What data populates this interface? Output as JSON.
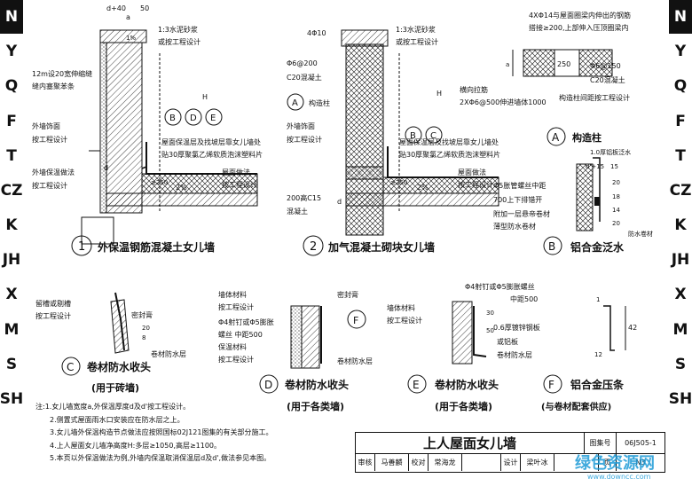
{
  "left_tabs": [
    "N",
    "Y",
    "Q",
    "F",
    "T",
    "CZ",
    "K",
    "JH",
    "X",
    "M",
    "S",
    "SH"
  ],
  "right_tabs": [
    "N",
    "Y",
    "Q",
    "F",
    "T",
    "CZ",
    "K",
    "JH",
    "X",
    "M",
    "S",
    "SH"
  ],
  "active_tab": "N",
  "d1": {
    "dim_top": "d+40",
    "dim_a": "a",
    "dim_50": "50",
    "slope": "1%",
    "mortar": "1:3水泥砂浆",
    "or_design": "或按工程设计",
    "joint1": "12m设20宽伸缩缝",
    "joint2": "缝内塞聚苯条",
    "finish1": "外墙饰面",
    "finish2": "按工程设计",
    "insul1": "外墙保温做法",
    "insul2": "按工程设计",
    "roof_note1": "屋面保温层及找坡层靠女儿墙处",
    "roof_note2": "贴30厚聚氯乙烯软质泡沫塑料片",
    "surface1": "屋面做法",
    "surface2": "按工程设计",
    "slope2": "2%",
    "h250": "≥250",
    "H": "H",
    "d": "d",
    "refs": [
      "B",
      "D",
      "E"
    ],
    "num": "1",
    "caption": "外保温钢筋混凝土女儿墙"
  },
  "d2": {
    "rebar": "4Φ10",
    "mortar": "1:3水泥砂浆",
    "or_design": "或按工程设计",
    "stirrup": "Φ6@200",
    "concrete": "C20混凝土",
    "col_ref": "A",
    "col_label": "构造柱",
    "finish1": "外墙饰面",
    "finish2": "按工程设计",
    "roof_note1": "屋面保温层及找坡层靠女儿墙处",
    "roof_note2": "贴30厚聚氯乙烯软质泡沫塑料片",
    "surface1": "屋面做法",
    "surface2": "按工程设计",
    "slope": "2%",
    "h250": "≥250",
    "base1": "200高C15",
    "base2": "混凝土",
    "H": "H",
    "d": "d",
    "refs": [
      "B",
      "C"
    ],
    "num": "2",
    "caption": "加气混凝土砌块女儿墙"
  },
  "dA": {
    "note1": "4XΦ14与屋面圈梁内伸出的钢筋",
    "note2": "搭接≥200,上部伸入压顶圈梁内",
    "dim250": "250",
    "stirrup": "Φ6@150",
    "concrete": "C20混凝土",
    "tie1": "横向拉筋",
    "tie2": "2XΦ6@500伸进墙体1000",
    "col_spacing": "构造柱间距按工程设计",
    "a": "a",
    "ref": "A",
    "label": "构造柱"
  },
  "dB": {
    "flash": "1.0厚铝板泛水",
    "d15": "d'+15",
    "dim15": "15",
    "dims": [
      "20",
      "18",
      "14",
      "20"
    ],
    "anchor1": "Φ5胀管螺丝中距",
    "anchor2": "700上下排错开",
    "layer": "附加一层悬帝卷材",
    "coil": "薄型防水卷材",
    "bar": "防水卷材",
    "ref": "B",
    "caption": "铝合金泛水"
  },
  "dC": {
    "seal": "密封膏",
    "groove1": "留槽或剔槽",
    "groove2": "按工程设计",
    "d20": "20",
    "d8": "8",
    "coil": "卷材防水层",
    "ref": "C",
    "caption": "卷材防水收头",
    "sub": "(用于砖墙)"
  },
  "dD": {
    "wall1": "墙体材料",
    "wall2": "按工程设计",
    "nail": "Φ4射钉或Φ5膨胀",
    "bolt1": "螺丝 中距500",
    "insul": "保温材料",
    "insul2": "按工程设计",
    "seal": "密封膏",
    "coil": "卷材防水层",
    "ref": "D",
    "caption": "卷材防水收头",
    "sub": "(用于各类墙)",
    "refF": "F"
  },
  "dE": {
    "nail": "Φ4射钉或Φ5膨胀螺丝",
    "spacing": "中距500",
    "wall1": "墙体材料",
    "wall2": "按工程设计",
    "dims": [
      "30",
      "50"
    ],
    "plate": "0.6厚镀锌钢板",
    "plate2": "或铝板",
    "coil": "卷材防水层",
    "ref": "E",
    "caption": "卷材防水收头",
    "sub": "(用于各类墙)"
  },
  "dF": {
    "d1": "1",
    "d12": "12",
    "d42": "42",
    "ref": "F",
    "caption": "铝合金压条",
    "sub": "(与卷材配套供应)"
  },
  "notes": [
    "注:1.女儿墙宽度a,外保温厚度d及d'按工程设计。",
    "2.侧置式屋面雨水口安装应在防水层之上。",
    "3.女儿墙外保温构造节点做法应按照国标02J121图集的有关部分施工。",
    "4.上人屋面女儿墙净高度H:多层≥1050,高层≥1100。",
    "5.本页以外保温做法为例,外墙内保温取消保温层d及d',做法参见本图。"
  ],
  "title_block": {
    "title": "上人屋面女儿墙",
    "atlas_label": "图集号",
    "atlas_no": "06J505-1",
    "review": "审核",
    "reviewer": "马善麟",
    "check": "校对",
    "checker": "常海龙",
    "design": "设计",
    "designer": "梁叶冰",
    "page_label": "页",
    "page": "N3"
  },
  "watermark": {
    "main": "绿色资源网",
    "url": "www.downcc.com"
  }
}
